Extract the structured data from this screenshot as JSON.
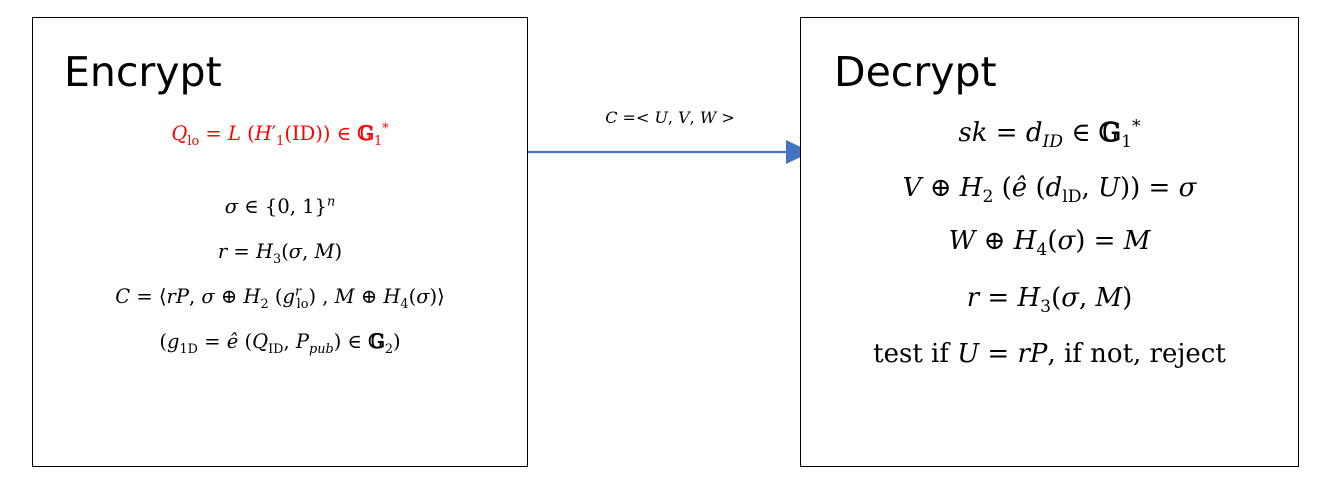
{
  "encrypt": {
    "title": "Encrypt",
    "highlight_color": "#ff0000",
    "lines": [
      "Q_lo = L (H′_1(ID)) ∈ 𝔾_1^*",
      "σ ∈ {0,1}^n",
      "r = H_3(σ, M)",
      "C = ⟨rP, σ ⊕ H_2 (g_lo^r), M ⊕ H_4(σ)⟩",
      "(g_1D = ê (Q_ID, P_pub) ∈ 𝔾_2)"
    ]
  },
  "arrow": {
    "label": "C =< U, V, W >",
    "color": "#4472c4"
  },
  "decrypt": {
    "title": "Decrypt",
    "lines": [
      "sk = d_ID ∈ 𝔾_1^*",
      "V ⊕ H_2 (ê (d_lD, U)) = σ",
      "W ⊕ H_4(σ) = M",
      "r = H_3(σ, M)",
      "test if U = rP, if not, reject"
    ]
  }
}
